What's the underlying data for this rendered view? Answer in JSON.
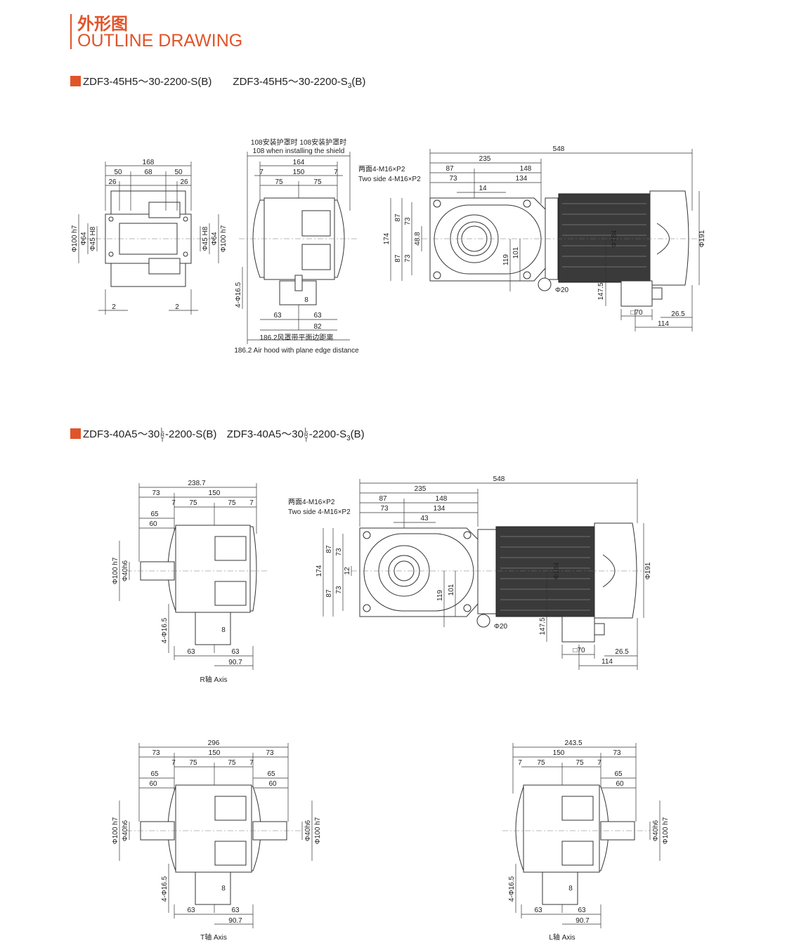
{
  "header": {
    "title_cn": "外形图",
    "title_en": "OUTLINE DRAWING"
  },
  "section1": {
    "model_a": "ZDF3-45H5～30-2200-S(B)",
    "model_b_prefix": "ZDF3-45H5～30-2200-S",
    "model_b_sub": "3",
    "model_b_suffix": "(B)"
  },
  "section2": {
    "model_a_prefix": "ZDF3-40A5～30",
    "model_a_suffix": "-2200-S(B)",
    "model_b_prefix": "ZDF3-40A5～30",
    "model_b_suffix": "-2200-S",
    "model_b_sub": "3",
    "model_b_end": "(B)",
    "frac_top": "L",
    "frac_mid": "R",
    "frac_bot": "T"
  },
  "labels": {
    "shield_cn": "108安装护罩时 108安装护罩时",
    "shield_en": "108 when installing the shield",
    "airhood_cn": "186.2风罩带平面边距离",
    "airhood_en": "186.2 Air hood with plane edge distance",
    "two_side_cn": "两面4-M16×P2",
    "two_side_en": "Two side 4-M16×P2",
    "r_axis": "R轴 Axis",
    "t_axis": "T轴 Axis",
    "l_axis": "L轴 Axis"
  },
  "dims1_end": {
    "d168": "168",
    "d50a": "50",
    "d68": "68",
    "d50b": "50",
    "d26a": "26",
    "d26b": "26",
    "phi100": "Φ100 h7",
    "phi64": "Φ64",
    "phi45": "Φ45 H8",
    "phi45b": "Φ45 H8",
    "phi64b": "Φ64",
    "phi100b": "Φ100 h7",
    "d2a": "2",
    "d2b": "2"
  },
  "dims1_side": {
    "d164": "164",
    "d7a": "7",
    "d150": "150",
    "d7b": "7",
    "d75a": "75",
    "d75b": "75",
    "d4phi": "4-Φ16.5",
    "d8": "8",
    "d63a": "63",
    "d63b": "63",
    "d82": "82"
  },
  "dims1_front": {
    "d548": "548",
    "d235": "235",
    "d87": "87",
    "d148": "148",
    "d73": "73",
    "d134": "134",
    "d14": "14",
    "d174": "174",
    "d87a": "87",
    "d73a": "73",
    "d488": "48.8",
    "d73b": "73",
    "d87b": "87",
    "d119": "119",
    "d101": "101",
    "phi184": "Φ184",
    "phi191": "Φ191",
    "phi20": "Φ20",
    "d1475": "147.5",
    "sq70": "□70",
    "d265": "26.5",
    "d114": "114"
  },
  "dims2_r": {
    "d2387": "238.7",
    "d73": "73",
    "d150": "150",
    "d7a": "7",
    "d75a": "75",
    "d75b": "75",
    "d7b": "7",
    "d65": "65",
    "d60": "60",
    "phi100": "Φ100 h7",
    "phi40": "Φ40h6",
    "d4phi": "4-Φ16.5",
    "d8": "8",
    "d63a": "63",
    "d63b": "63",
    "d907": "90.7"
  },
  "dims2_front": {
    "d548": "548",
    "d235": "235",
    "d87": "87",
    "d148": "148",
    "d73": "73",
    "d134": "134",
    "d43": "43",
    "d174": "174",
    "d87a": "87",
    "d73a": "73",
    "d12": "12",
    "d73b": "73",
    "d87b": "87",
    "d119": "119",
    "d101": "101",
    "phi184": "Φ184",
    "phi191": "Φ191",
    "phi20": "Φ20",
    "d1475": "147.5",
    "sq70": "□70",
    "d265": "26.5",
    "d114": "114"
  },
  "dims2_t": {
    "d296": "296",
    "d73a": "73",
    "d150": "150",
    "d73b": "73",
    "d7a": "7",
    "d75a": "75",
    "d75b": "75",
    "d7b": "7",
    "d65a": "65",
    "d65b": "65",
    "d60a": "60",
    "d60b": "60",
    "phi100a": "Φ100 h7",
    "phi40a": "Φ40h6",
    "phi40b": "Φ40h6",
    "phi100b": "Φ100 h7",
    "d4phi": "4-Φ16.5",
    "d8": "8",
    "d63a": "63",
    "d63b": "63",
    "d907": "90.7"
  },
  "dims2_l": {
    "d2435": "243.5",
    "d150": "150",
    "d73": "73",
    "d7a": "7",
    "d75a": "75",
    "d75b": "75",
    "d7b": "7",
    "d65": "65",
    "d60": "60",
    "phi100": "Φ100 h7",
    "phi40": "Φ40h6",
    "d4phi": "4-Φ16.5",
    "d8": "8",
    "d63a": "63",
    "d63b": "63",
    "d907": "90.7"
  }
}
